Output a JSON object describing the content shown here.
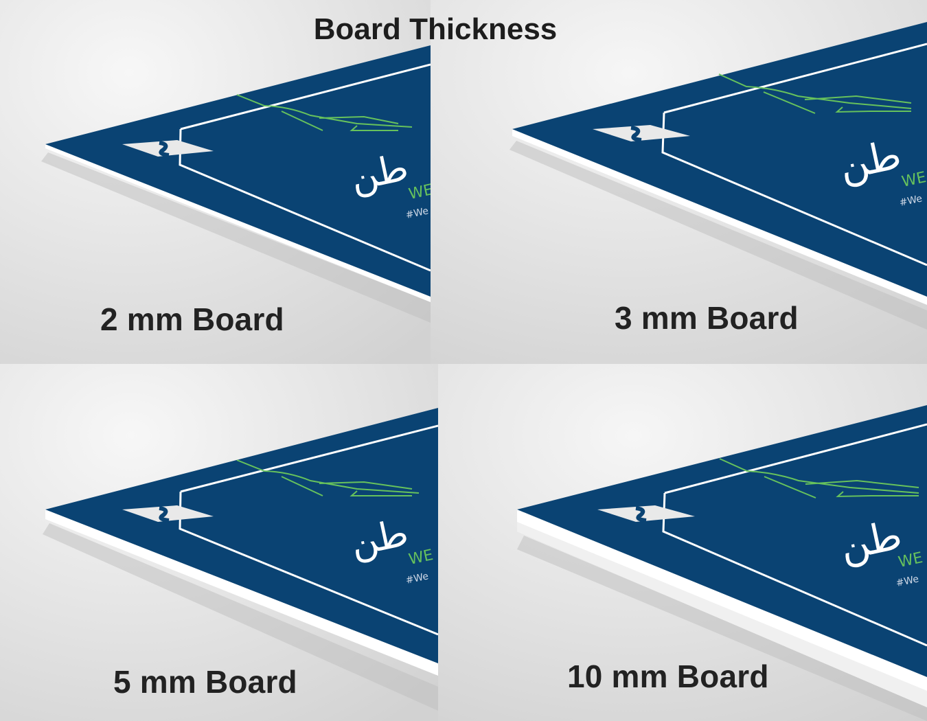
{
  "title": "Board Thickness",
  "panels": [
    {
      "label": "2 mm Board",
      "thickness_mm": 2
    },
    {
      "label": "3 mm Board",
      "thickness_mm": 3
    },
    {
      "label": "5 mm Board",
      "thickness_mm": 5
    },
    {
      "label": "10 mm Board",
      "thickness_mm": 10
    }
  ],
  "colors": {
    "board_face": "#0a4373",
    "board_edge": "#ffffff",
    "accent_green": "#67c25c",
    "background": "#e4e4e4"
  }
}
